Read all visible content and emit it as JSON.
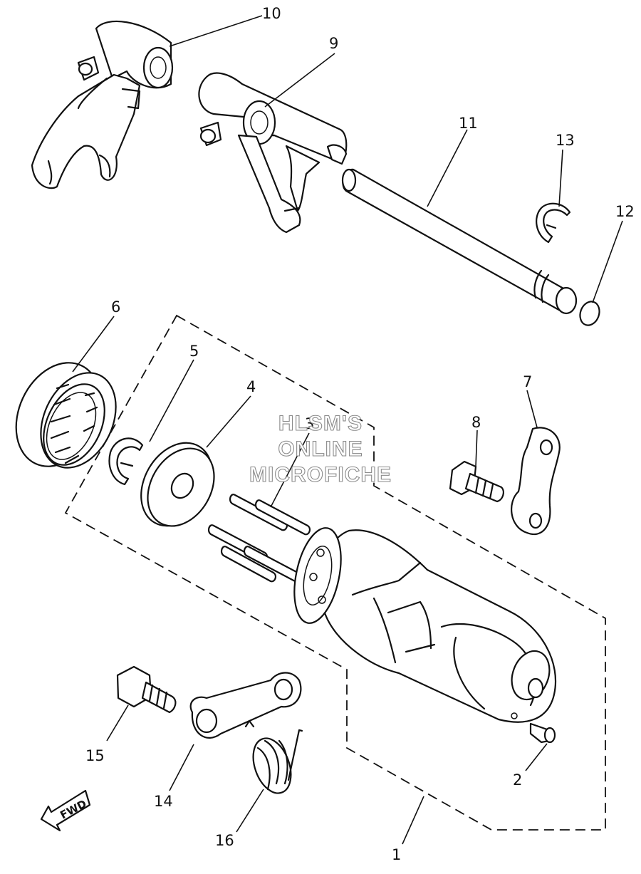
{
  "watermark": {
    "line1": "HLSM'S",
    "line2": "ONLINE",
    "line3": "MICROFICHE"
  },
  "fwd_arrow": {
    "label": "FWD"
  },
  "callouts": [
    {
      "id": "10",
      "label": "10"
    },
    {
      "id": "9",
      "label": "9"
    },
    {
      "id": "11",
      "label": "11"
    },
    {
      "id": "13",
      "label": "13"
    },
    {
      "id": "12",
      "label": "12"
    },
    {
      "id": "6",
      "label": "6"
    },
    {
      "id": "5",
      "label": "5"
    },
    {
      "id": "4",
      "label": "4"
    },
    {
      "id": "3",
      "label": "3"
    },
    {
      "id": "8",
      "label": "8"
    },
    {
      "id": "7",
      "label": "7"
    },
    {
      "id": "15",
      "label": "15"
    },
    {
      "id": "14",
      "label": "14"
    },
    {
      "id": "16",
      "label": "16"
    },
    {
      "id": "2",
      "label": "2"
    },
    {
      "id": "1",
      "label": "1"
    }
  ]
}
